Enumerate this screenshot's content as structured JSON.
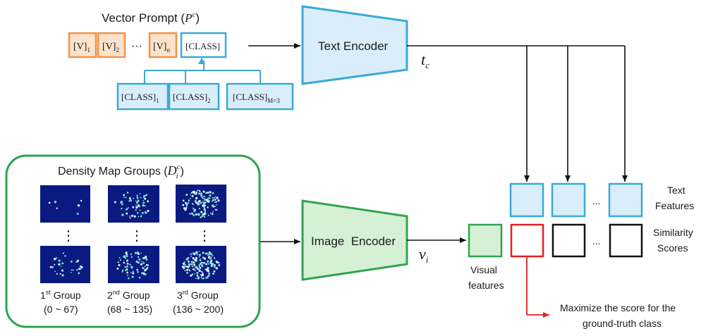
{
  "vector_prompt": {
    "title": "Vector Prompt (",
    "symbol": "P",
    "symbol_sup": "c",
    "title_close": ")",
    "tokens": [
      {
        "base": "[V]",
        "sub": "1"
      },
      {
        "base": "[V]",
        "sub": "2"
      },
      {
        "base": "[V]",
        "sub": "n"
      }
    ],
    "ellipsis": "···",
    "class_token": "[CLASS]",
    "class_options": [
      {
        "base": "[CLASS]",
        "sub": "1"
      },
      {
        "base": "[CLASS]",
        "sub": "2"
      },
      {
        "base": "[CLASS]",
        "sub": "M=3"
      }
    ]
  },
  "text_encoder": {
    "label": "Text Encoder",
    "output_symbol": "t",
    "output_sub": "c"
  },
  "image_encoder": {
    "label": "Image  Encoder",
    "output_symbol": "v",
    "output_sub": "i"
  },
  "density_groups": {
    "title": "Density Map Groups (",
    "symbol": "D",
    "symbol_sub": "i",
    "symbol_sup": "c",
    "title_close": ")",
    "vdots": "⋮",
    "groups": [
      {
        "num": "1",
        "ord": "st",
        "word": "Group",
        "range": "(0 ~ 67)"
      },
      {
        "num": "2",
        "ord": "nd",
        "word": "Group",
        "range": "(68 ~ 135)"
      },
      {
        "num": "3",
        "ord": "rd",
        "word": "Group",
        "range": "(136 ~ 200)"
      }
    ]
  },
  "visual_features_label": [
    "Visual",
    "features"
  ],
  "text_features_label": [
    "Text",
    "Features"
  ],
  "similarity_label": [
    "Similarity",
    "Scores"
  ],
  "ellipsis_small": "...",
  "maximize_note": [
    "Maximize the score for the",
    "ground-truth class"
  ],
  "colors": {
    "blue_stroke": "#3aa9d8",
    "blue_fill": "#d9eefa",
    "orange_stroke": "#f0934a",
    "orange_fill": "#fde3cc",
    "green_stroke": "#2ea44f",
    "green_fill": "#d6f0d6",
    "red": "#e02020",
    "map_bg": "#0a1a80"
  }
}
